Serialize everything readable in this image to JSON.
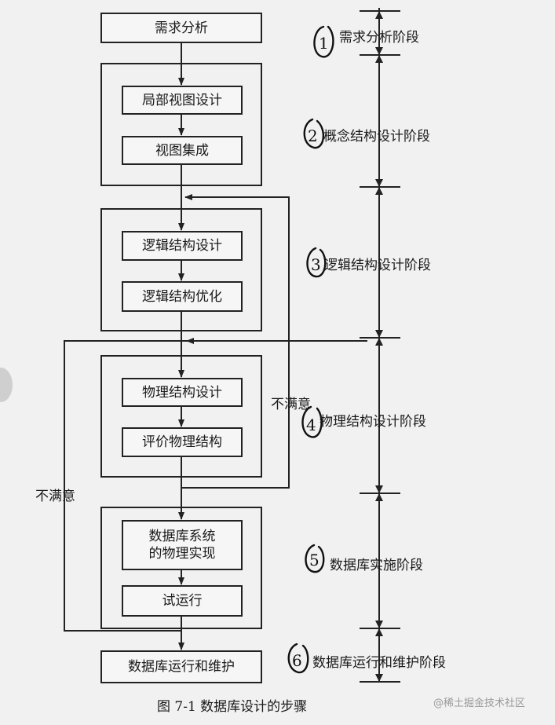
{
  "steps": {
    "requirements": "需求分析",
    "local_view": "局部视图设计",
    "view_integration": "视图集成",
    "logical_design": "逻辑结构设计",
    "logical_optimize": "逻辑结构优化",
    "physical_design": "物理结构设计",
    "physical_eval": "评价物理结构",
    "implementation_line1": "数据库系统",
    "implementation_line2": "的物理实现",
    "trial_run": "试运行",
    "operation": "数据库运行和维护"
  },
  "feedback_labels": {
    "inner": "不满意",
    "outer": "不满意"
  },
  "stages": [
    {
      "mark": "1",
      "label": "需求分析阶段"
    },
    {
      "mark": "2",
      "label": "概念结构设计阶段"
    },
    {
      "mark": "3",
      "label": "逻辑结构设计阶段"
    },
    {
      "mark": "4",
      "label": "物理结构设计阶段"
    },
    {
      "mark": "5",
      "label": "数据库实施阶段"
    },
    {
      "mark": "6",
      "label": "数据库运行和维护阶段"
    }
  ],
  "caption": "图 7-1    数据库设计的步骤",
  "watermark": "@稀土掘金技术社区"
}
